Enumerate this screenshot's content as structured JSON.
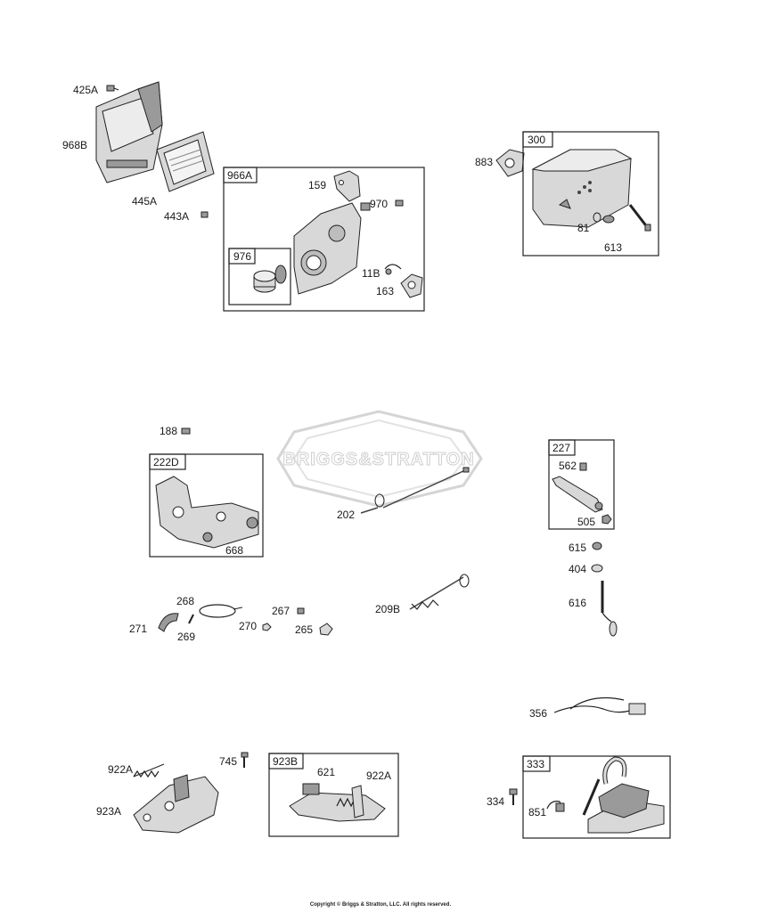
{
  "watermark": "BRIGGS&STRATTON",
  "copyright": "Copyright © Briggs & Stratton, LLC. All rights reserved.",
  "labels": {
    "p425A": "425A",
    "p968B": "968B",
    "p445A": "445A",
    "p443A": "443A",
    "p966A": "966A",
    "p159": "159",
    "p970": "970",
    "p976": "976",
    "p11B": "11B",
    "p163": "163",
    "p883": "883",
    "p300": "300",
    "p81": "81",
    "p613": "613",
    "p188": "188",
    "p222D": "222D",
    "p668": "668",
    "p202": "202",
    "p227": "227",
    "p562": "562",
    "p505": "505",
    "p615": "615",
    "p404": "404",
    "p616": "616",
    "p209B": "209B",
    "p268": "268",
    "p271": "271",
    "p269": "269",
    "p270": "270",
    "p267": "267",
    "p265": "265",
    "p356": "356",
    "p922A_a": "922A",
    "p745": "745",
    "p923A": "923A",
    "p923B": "923B",
    "p621": "621",
    "p922A_b": "922A",
    "p333": "333",
    "p334": "334",
    "p851": "851"
  }
}
